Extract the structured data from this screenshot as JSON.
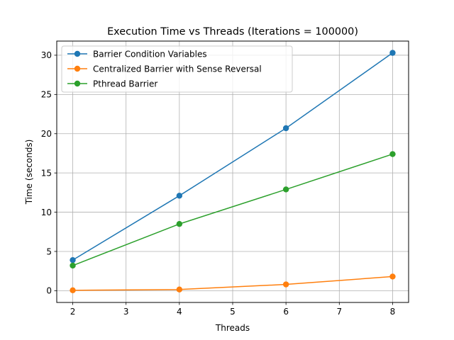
{
  "chart_data": {
    "type": "line",
    "title": "Execution Time vs Threads (Iterations = 100000)",
    "xlabel": "Threads",
    "ylabel": "Time (seconds)",
    "x": [
      2,
      4,
      6,
      8
    ],
    "xlim": [
      1.7,
      8.3
    ],
    "ylim": [
      -1.5,
      31.8
    ],
    "xticks": [
      2,
      3,
      4,
      5,
      6,
      7,
      8
    ],
    "yticks": [
      0,
      5,
      10,
      15,
      20,
      25,
      30
    ],
    "grid": true,
    "legend_position": "top-left",
    "series": [
      {
        "name": "Barrier Condition Variables",
        "color": "#1f77b4",
        "values": [
          3.9,
          12.1,
          20.7,
          30.3
        ]
      },
      {
        "name": "Centralized Barrier with Sense Reversal",
        "color": "#ff7f0e",
        "values": [
          0.05,
          0.15,
          0.8,
          1.8
        ]
      },
      {
        "name": "Pthread Barrier",
        "color": "#2ca02c",
        "values": [
          3.2,
          8.5,
          12.9,
          17.4
        ]
      }
    ]
  }
}
